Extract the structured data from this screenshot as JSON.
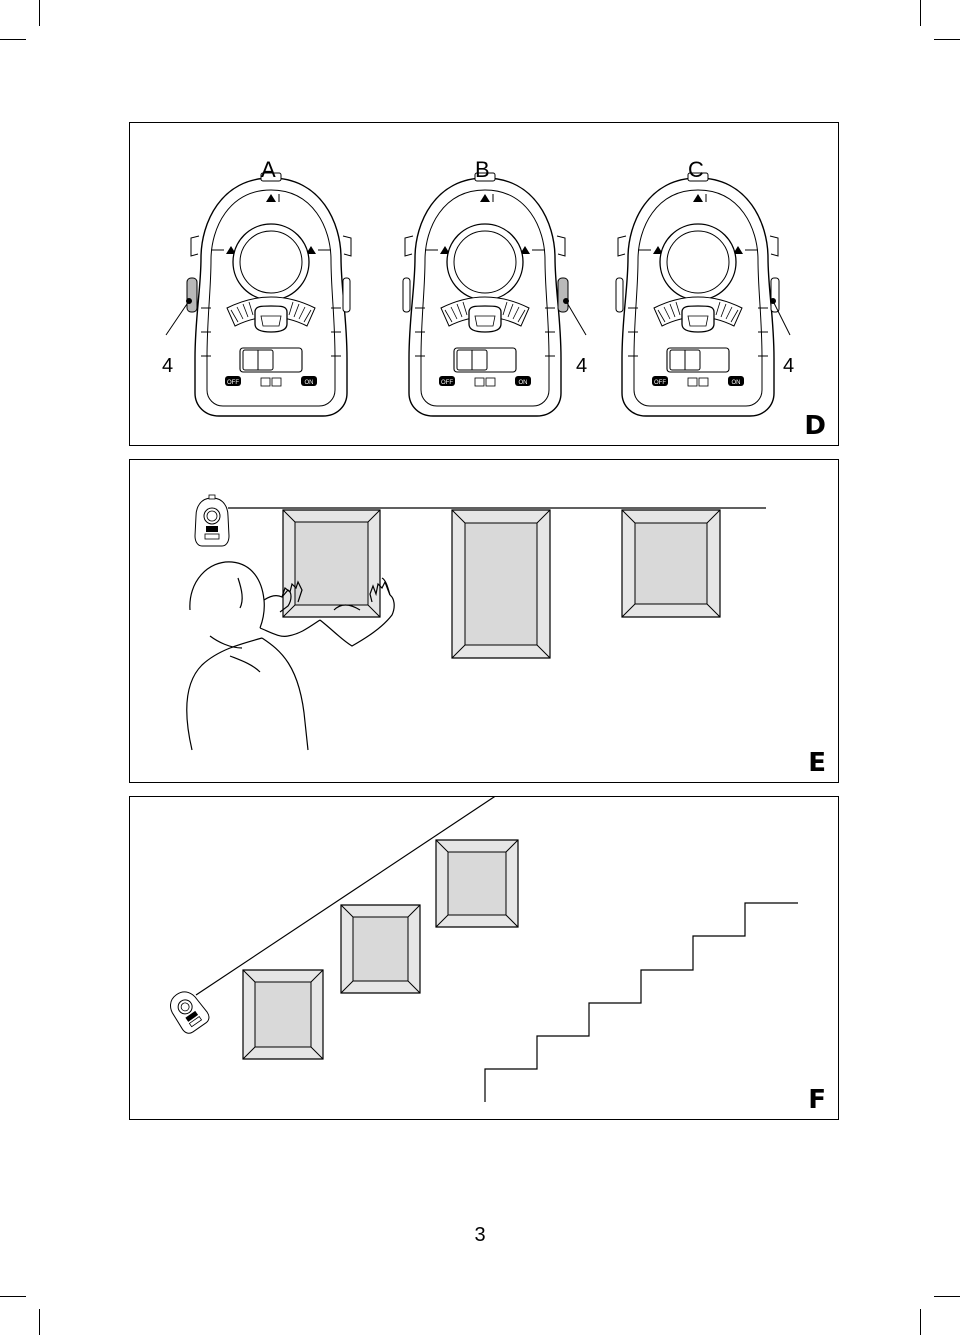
{
  "panel_d": {
    "letter": "D",
    "views": [
      {
        "label": "A",
        "callout": "4"
      },
      {
        "label": "B",
        "callout": "4"
      },
      {
        "label": "C",
        "callout": "4"
      }
    ],
    "device": {
      "off_label": "OFF",
      "on_label": "ON"
    }
  },
  "panel_e": {
    "letter": "E"
  },
  "panel_f": {
    "letter": "F"
  },
  "page_number": "3",
  "colors": {
    "frame_fill": "#d9d9d9",
    "frame_inner": "#e4e4e4",
    "line": "#000000"
  }
}
